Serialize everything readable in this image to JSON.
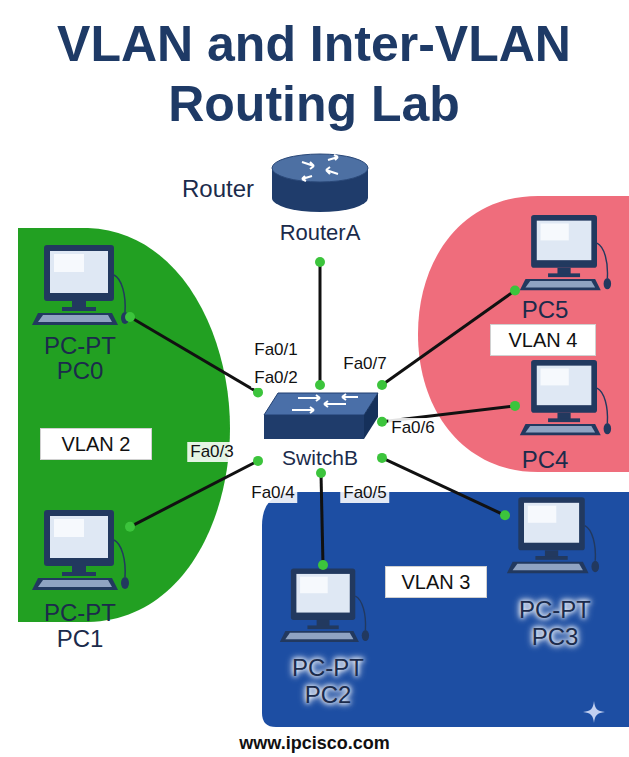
{
  "diagram": {
    "title": "VLAN and Inter-VLAN Routing Lab",
    "nodes": [
      {
        "text": [
          "Router",
          "RouterA"
        ]
      },
      {
        "text": [
          "VLAN 2"
        ]
      },
      {
        "text": [
          "PC-PT",
          "PC0"
        ],
        "in": 1
      },
      {
        "text": [
          "PC-PT",
          "PC1"
        ],
        "in": 1
      },
      {
        "text": [
          "VLAN 4"
        ]
      },
      {
        "text": [
          "PC5"
        ],
        "in": 4
      },
      {
        "text": [
          "PC4"
        ],
        "in": 4
      },
      {
        "text": [
          "SwitchB"
        ]
      },
      {
        "text": [
          "VLAN 3"
        ]
      },
      {
        "text": [
          "PC-PT",
          "PC2"
        ],
        "in": 8
      },
      {
        "text": [
          "PC-PT",
          "PC3"
        ],
        "in": 8
      }
    ],
    "edges": [
      {
        "from": 0,
        "to": 7,
        "arrow": "none",
        "label": "Fa0/1"
      },
      {
        "from": 7,
        "to": 2,
        "arrow": "none",
        "label": "Fa0/2"
      },
      {
        "from": 7,
        "to": 3,
        "arrow": "none",
        "label": "Fa0/3"
      },
      {
        "from": 7,
        "to": 9,
        "arrow": "none",
        "label": "Fa0/4"
      },
      {
        "from": 7,
        "to": 10,
        "arrow": "none",
        "label": "Fa0/5"
      },
      {
        "from": 7,
        "to": 6,
        "arrow": "none",
        "label": "Fa0/6"
      },
      {
        "from": 7,
        "to": 5,
        "arrow": "none",
        "label": "Fa0/7"
      }
    ],
    "labels": [
      "www.ipcisco.com"
    ]
  }
}
